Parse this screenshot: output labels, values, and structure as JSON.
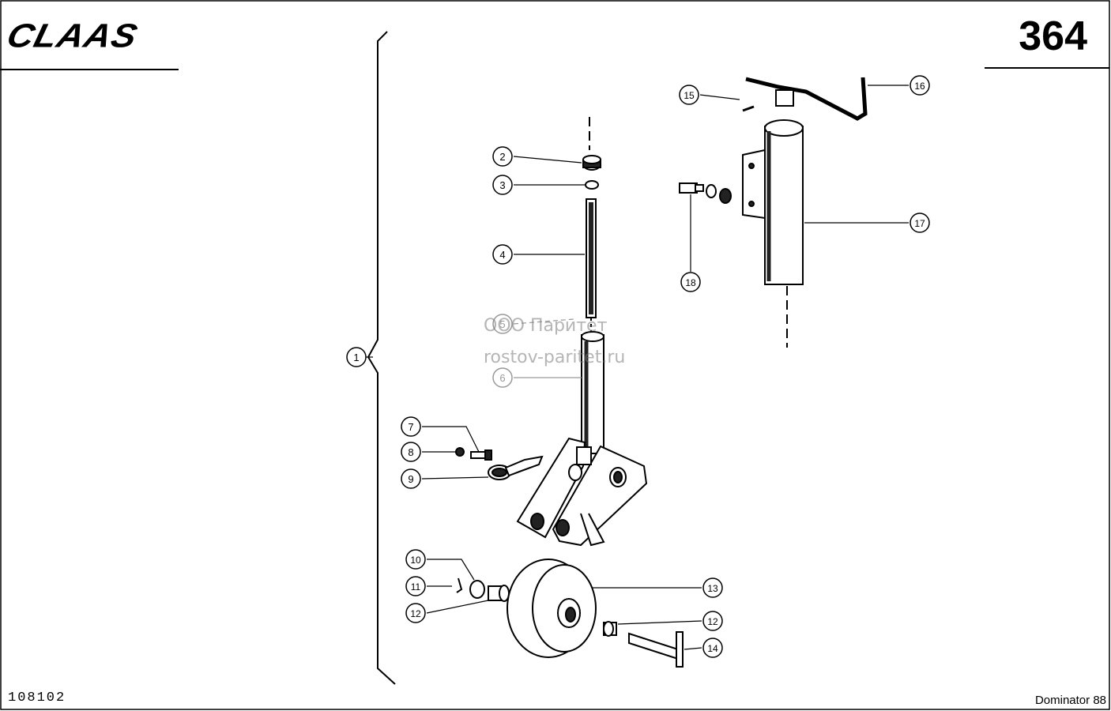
{
  "header": {
    "brand": "CLAAS",
    "page_number": "364"
  },
  "footer": {
    "document_code": "108102",
    "model": "Dominator 88"
  },
  "watermark": {
    "line1": "ООО Паритет",
    "line2": "rostov-paritet.ru"
  },
  "callouts": [
    {
      "id": "c1",
      "label": "1"
    },
    {
      "id": "c2",
      "label": "2"
    },
    {
      "id": "c3",
      "label": "3"
    },
    {
      "id": "c4",
      "label": "4"
    },
    {
      "id": "c5",
      "label": "5"
    },
    {
      "id": "c6",
      "label": "6"
    },
    {
      "id": "c7",
      "label": "7"
    },
    {
      "id": "c8",
      "label": "8"
    },
    {
      "id": "c9",
      "label": "9"
    },
    {
      "id": "c10",
      "label": "10"
    },
    {
      "id": "c11",
      "label": "11"
    },
    {
      "id": "c12a",
      "label": "12"
    },
    {
      "id": "c12b",
      "label": "12"
    },
    {
      "id": "c13",
      "label": "13"
    },
    {
      "id": "c14",
      "label": "14"
    },
    {
      "id": "c15",
      "label": "15"
    },
    {
      "id": "c16",
      "label": "16"
    },
    {
      "id": "c17",
      "label": "17"
    },
    {
      "id": "c18",
      "label": "18"
    }
  ]
}
